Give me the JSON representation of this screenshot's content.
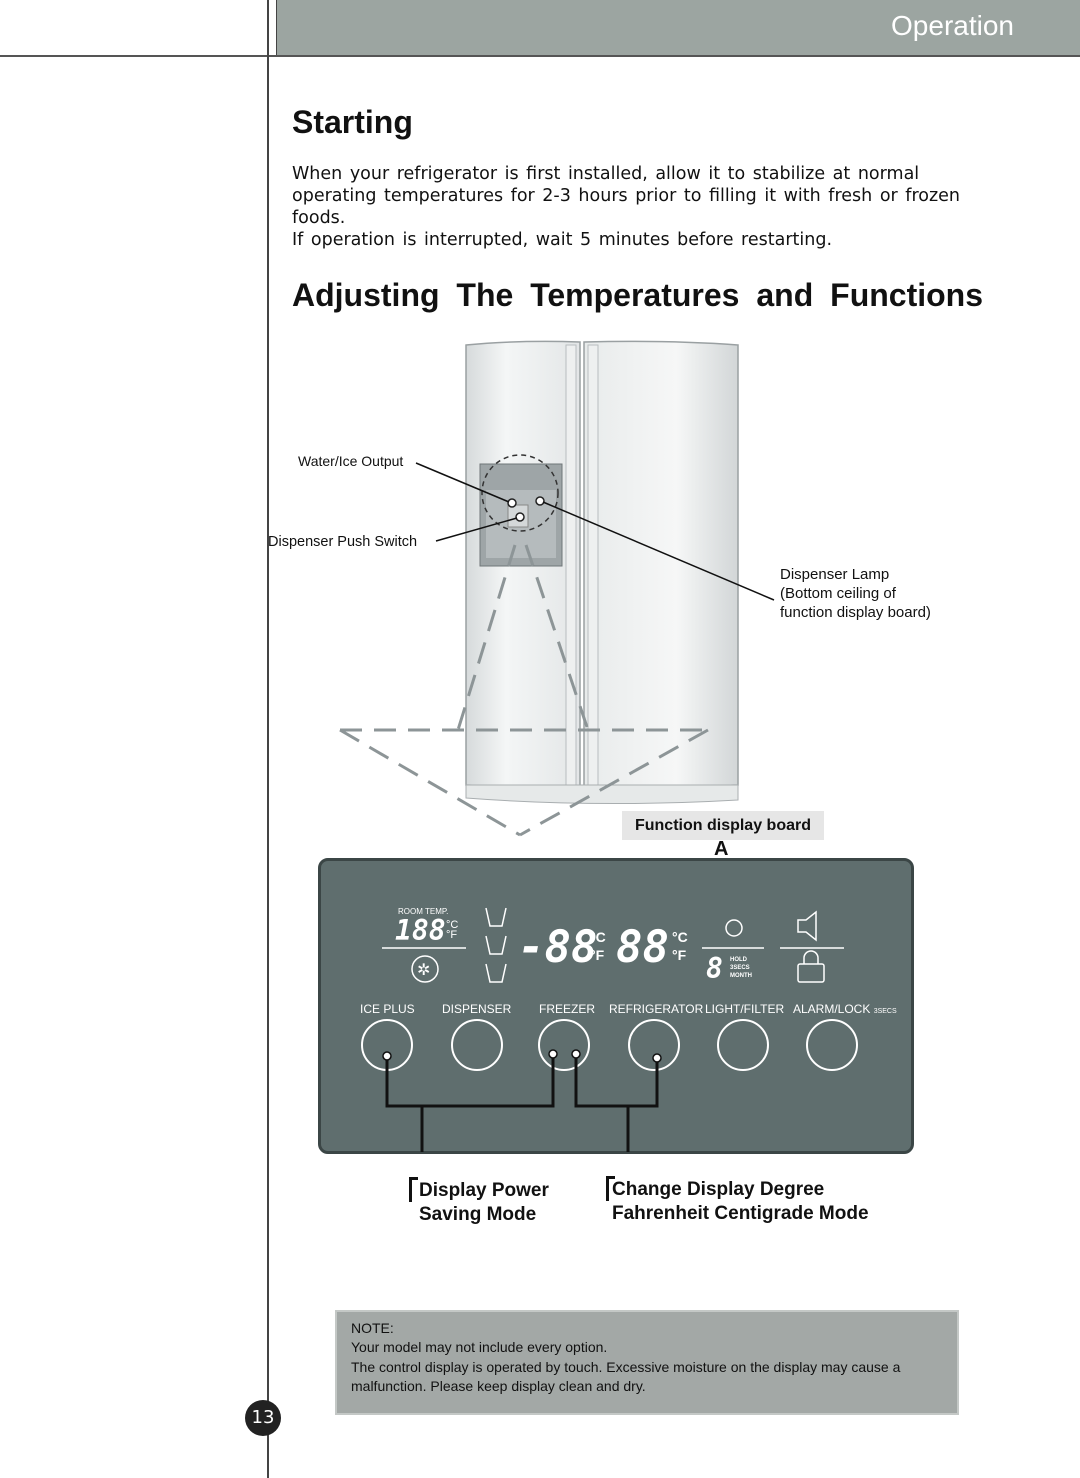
{
  "header": {
    "section_title": "Operation"
  },
  "starting": {
    "heading": "Starting",
    "paragraphs": [
      "When your refrigerator is first installed, allow it to stabilize at normal operating temperatures for 2-3 hours prior to filling it with fresh or frozen foods.",
      "If operation is interrupted, wait 5 minutes before restarting."
    ]
  },
  "adjusting": {
    "heading": "Adjusting The Temperatures and Functions"
  },
  "fridge_labels": {
    "water_ice_output": "Water/Ice Output",
    "dispenser_push_switch": "Dispenser Push Switch",
    "dispenser_lamp": [
      "Dispenser Lamp",
      "(Bottom ceiling of",
      "function display board)"
    ],
    "function_display_board": "Function display board",
    "marker": "A"
  },
  "panel": {
    "room_temp": "ROOM TEMP.",
    "unit_c": "°C",
    "unit_f": "°F",
    "hold": "HOLD",
    "secs": "3SECS",
    "month": "MONTH",
    "buttons": [
      "ICE PLUS",
      "DISPENSER",
      "FREEZER",
      "REFRIGERATOR",
      "LIGHT/FILTER",
      "ALARM/LOCK"
    ],
    "alarm_suffix": "3SECS"
  },
  "modes": {
    "display_power": [
      "Display Power",
      "Saving Mode"
    ],
    "change_degree": [
      "Change Display Degree",
      "Fahrenheit Centigrade Mode"
    ]
  },
  "note": {
    "title": "NOTE:",
    "lines": [
      "Your model may not include every option.",
      "The control display is operated by touch. Excessive moisture on the display may cause a malfunction. Please keep display clean and dry."
    ]
  },
  "page_number": "13"
}
